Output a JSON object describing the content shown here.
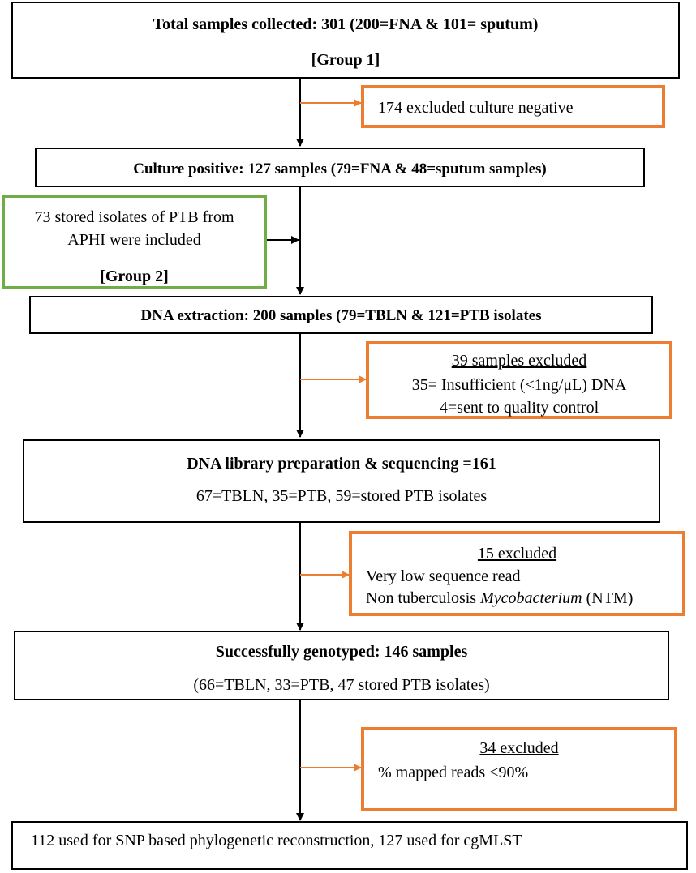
{
  "boxes": {
    "total": {
      "line1": "Total samples collected: 301 (200=FNA & 101= sputum)",
      "line2": "[Group 1]"
    },
    "excluded_culture": {
      "text": "174 excluded culture negative"
    },
    "culture_positive": {
      "text": "Culture positive: 127 samples (79=FNA & 48=sputum samples)"
    },
    "stored_isolates": {
      "line1": "73 stored isolates of PTB from",
      "line2": "APHI were included",
      "line3": "[Group 2]"
    },
    "dna_extraction": {
      "text": "DNA extraction: 200 samples (79=TBLN & 121=PTB isolates"
    },
    "excluded_39": {
      "title": "39 samples excluded",
      "line1": "35= Insufficient (<1ng/μL) DNA",
      "line2": "4=sent to quality control"
    },
    "library": {
      "line1": "DNA library preparation & sequencing =161",
      "line2": "67=TBLN, 35=PTB, 59=stored PTB isolates"
    },
    "excluded_15": {
      "title": "15 excluded",
      "line1": "Very low sequence read",
      "line2_pre": "Non tuberculosis ",
      "line2_italic": "Mycobacterium",
      "line2_post": " (NTM)"
    },
    "genotyped": {
      "line1": "Successfully genotyped: 146 samples",
      "line2": "(66=TBLN, 33=PTB, 47 stored PTB isolates)"
    },
    "excluded_34": {
      "title": "34 excluded",
      "line1": "% mapped reads <90%"
    },
    "final": {
      "text": "112 used for SNP based phylogenetic reconstruction, 127 used for cgMLST"
    }
  },
  "colors": {
    "main_border": "#000000",
    "exclusion_border": "#ED7D31",
    "inclusion_border": "#70AD47",
    "main_arrow": "#000000",
    "exclusion_arrow": "#ED7D31"
  }
}
